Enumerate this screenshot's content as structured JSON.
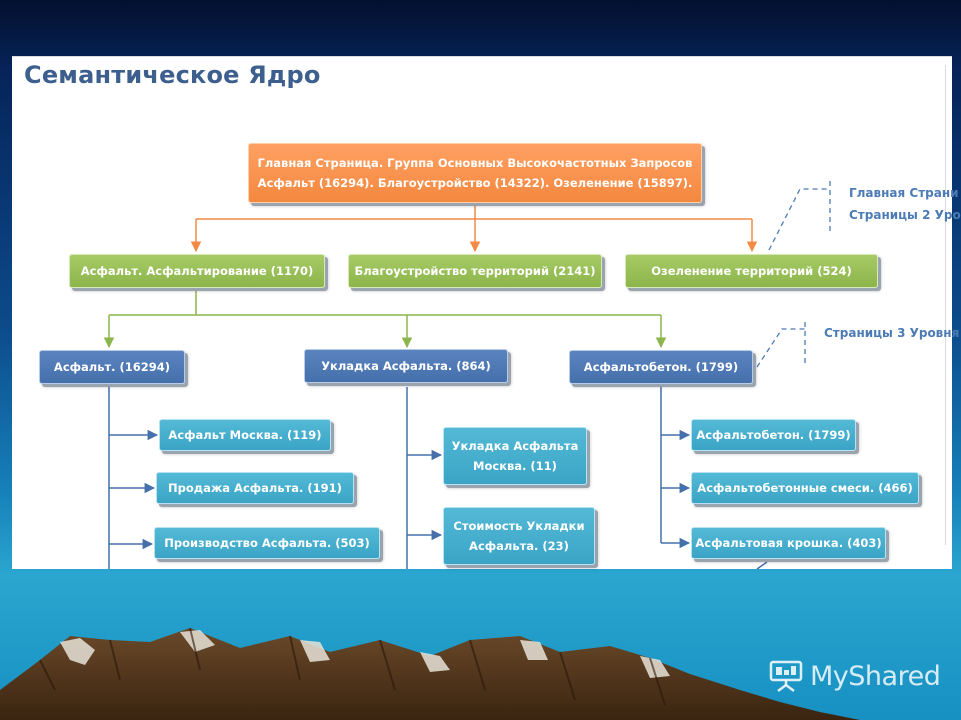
{
  "slide": {
    "title": "Семантическое Ядро",
    "brand_label": "MyShared",
    "brand_icon": "presentation-screen-icon",
    "colors": {
      "root": "#f4883f",
      "level2": "#8cb54b",
      "level3": "#4570ac",
      "level4": "#3ba4c6",
      "annotation": "#4c7bb5"
    }
  },
  "diagram": {
    "root": {
      "line1": "Главная Страница. Группа Основных Высокочастотных Запросов",
      "line2": "Асфальт (16294). Благоустройство (14322).  Озеленение (15897)."
    },
    "level2": [
      "Асфальт. Асфальтирование (1170)",
      "Благоустройство территорий (2141)",
      "Озеленение территорий (524)"
    ],
    "level3": [
      "Асфальт. (16294)",
      "Укладка Асфальта. (864)",
      "Асфальтобетон. (1799)"
    ],
    "level4_left": [
      "Асфальт Москва. (119)",
      "Продажа Асфальта. (191)",
      "Производство Асфальта. (503)"
    ],
    "level4_mid": [
      {
        "line1": "Укладка Асфальта",
        "line2": "Москва. (11)"
      },
      {
        "line1": "Стоимость Укладки",
        "line2": "Асфальта. (23)"
      }
    ],
    "level4_right": [
      "Асфальтобетон. (1799)",
      "Асфальтобетонные смеси. (466)",
      "Асфальтовая крошка. (403)"
    ],
    "annotations": {
      "level2_line1": "Главная Страни",
      "level2_line2": "Страницы 2 Уро",
      "level3": "Страницы 3 Уровня"
    }
  }
}
